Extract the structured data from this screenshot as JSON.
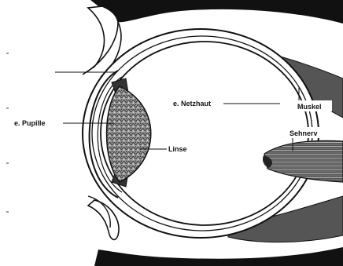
{
  "diagram": {
    "labels": {
      "pupil": "e. Pupille",
      "lens": "Linse",
      "retina": "e. Netzhaut",
      "muscle": "Muskel",
      "optic_nerve": "Sehnerv"
    }
  }
}
